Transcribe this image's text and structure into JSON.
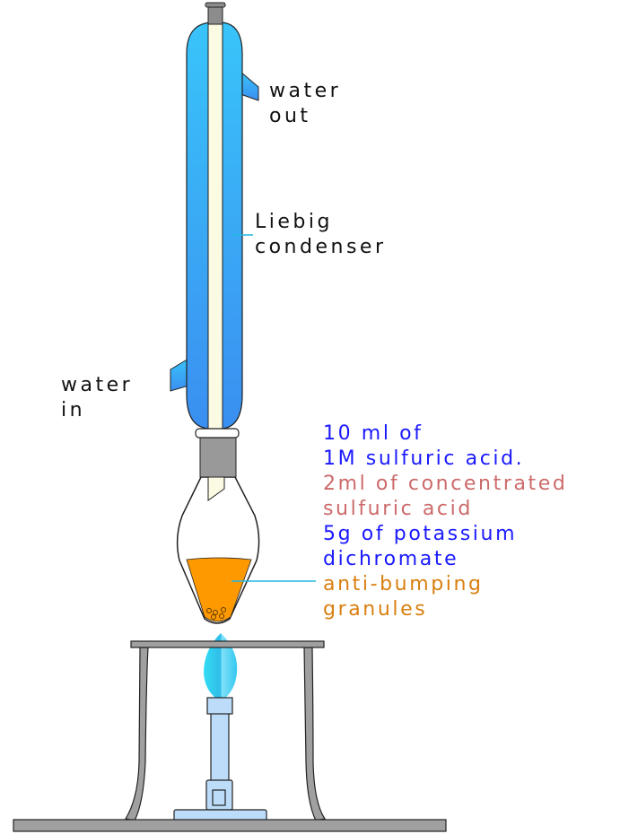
{
  "labels": {
    "water_out": [
      "water",
      "out"
    ],
    "condenser": [
      "Liebig",
      "condenser"
    ],
    "water_in": [
      "water",
      "in"
    ],
    "contents": [
      {
        "text": "10 ml of",
        "color": "#1a1aff"
      },
      {
        "text": "1M sulfuric acid.",
        "color": "#1a1aff"
      },
      {
        "text": "2ml of concentrated",
        "color": "#cc6a6a"
      },
      {
        "text": "sulfuric acid",
        "color": "#cc6a6a"
      },
      {
        "text": "5g of potassium",
        "color": "#1a1aff"
      },
      {
        "text": "dichromate",
        "color": "#1a1aff"
      },
      {
        "text": "anti-bumping",
        "color": "#d97f10"
      },
      {
        "text": "granules",
        "color": "#d97f10"
      }
    ]
  },
  "colors": {
    "water": "#33aaf5",
    "liquid": "#ff9900",
    "flame": "#33ccf0",
    "metal": "#a0a0a0",
    "burner": "#bcdcfa"
  }
}
